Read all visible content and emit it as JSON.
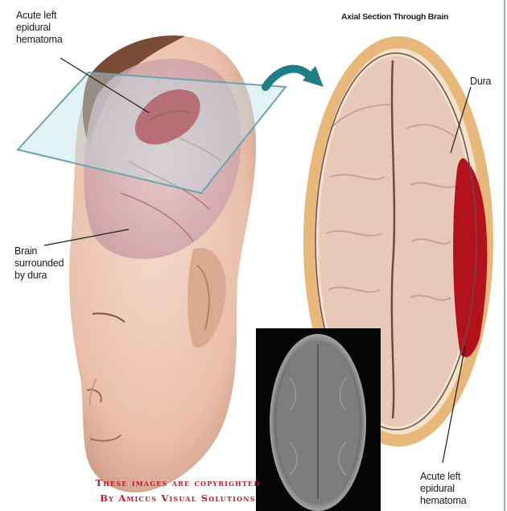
{
  "labels": {
    "hematoma_left": "Acute left\nepidural\nhematoma",
    "brain_dura": "Brain\nsurrounded\nby dura",
    "section_title": "Axial Section Through Brain",
    "dura": "Dura",
    "hematoma_right": "Acute left\nepidural\nhematoma"
  },
  "copyright": {
    "line1": "These images are copyrighted",
    "line2": "By Amicus Visual Solutions"
  },
  "colors": {
    "hematoma": "#b3121c",
    "skull": "#e8b77a",
    "brain": "#e8c9b8",
    "copyright_text": "#c0192a"
  }
}
